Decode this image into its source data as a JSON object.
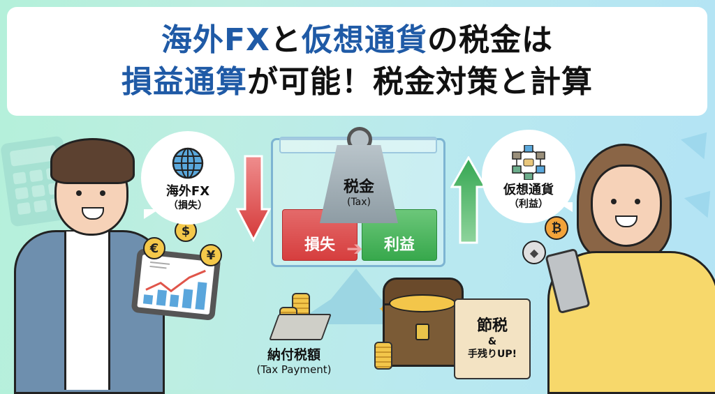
{
  "title": {
    "line1": [
      {
        "text": "海外FX",
        "highlight": true
      },
      {
        "text": "と",
        "highlight": false
      },
      {
        "text": "仮想通貨",
        "highlight": true
      },
      {
        "text": "の税金は",
        "highlight": false
      }
    ],
    "line2": [
      {
        "text": "損益通算",
        "highlight": true
      },
      {
        "text": "が可能！税金対策と計算",
        "highlight": false
      }
    ],
    "highlight_color": "#1f5aa6"
  },
  "left_bubble": {
    "icon": "globe-icon",
    "label": "海外FX",
    "sub": "（損失）"
  },
  "right_bubble": {
    "icon": "blockchain-icon",
    "label": "仮想通貨",
    "sub": "（利益）"
  },
  "center": {
    "weight_label": "税金",
    "weight_sub": "(Tax)",
    "loss_block": "損失",
    "profit_block": "利益",
    "loss_color": "#d63e3e",
    "profit_color": "#37a84c"
  },
  "coins_left": {
    "dollar": "$",
    "euro": "€",
    "yen": "¥"
  },
  "coins_right": {
    "bitcoin": "₿",
    "ethereum": "◆"
  },
  "bottom": {
    "tax_payment_label": "納付税額",
    "tax_payment_sub": "(Tax Payment)",
    "scroll_line1": "節税",
    "scroll_line2": "&",
    "scroll_line3": "手残りUP!"
  },
  "arrows": {
    "down": "loss-arrow",
    "up": "profit-arrow"
  }
}
